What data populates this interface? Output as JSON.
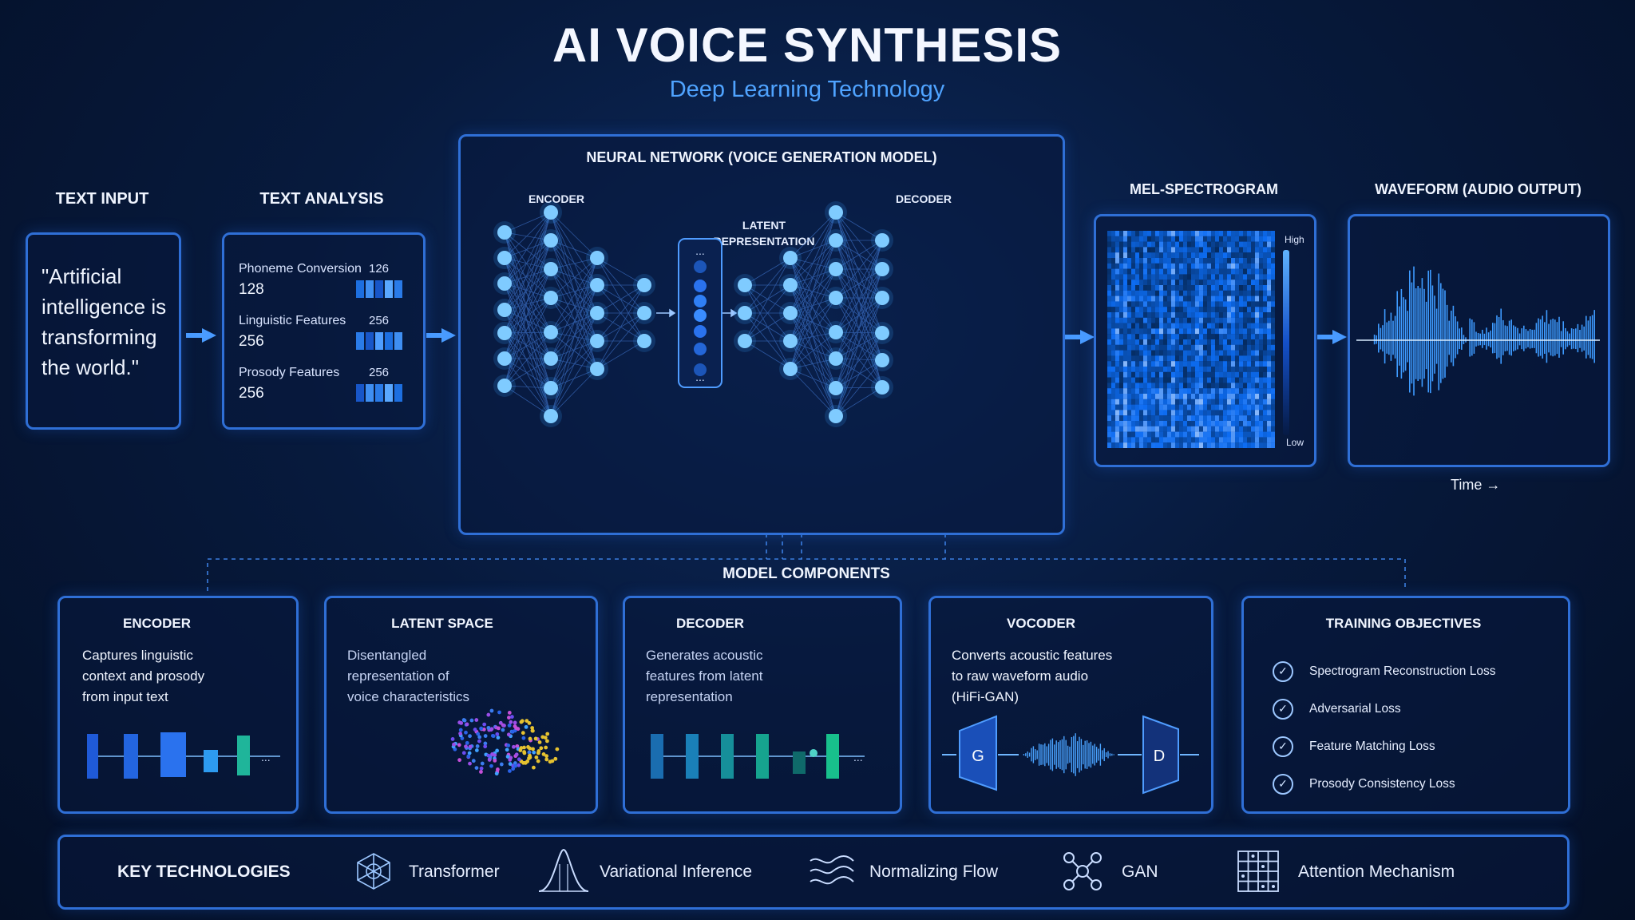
{
  "header": {
    "title": "AI VOICE SYNTHESIS",
    "subtitle": "Deep Learning Technology"
  },
  "text_input": {
    "heading": "TEXT INPUT",
    "quote": "\"Artificial intelligence is transforming the world.\""
  },
  "text_analysis": {
    "heading": "TEXT ANALYSIS",
    "features": [
      {
        "label": "Phoneme Conversion",
        "count": "126",
        "value": "128"
      },
      {
        "label": "Linguistic Features",
        "count": "256",
        "value": "256"
      },
      {
        "label": "Prosody Features",
        "count": "256",
        "value": "256"
      }
    ]
  },
  "neural_network": {
    "heading": "NEURAL NETWORK (VOICE GENERATION MODEL)",
    "encoder_label": "ENCODER",
    "latent_label_1": "LATENT",
    "latent_label_2": "REPRESENTATION",
    "decoder_label": "DECODER",
    "ellipsis": "..."
  },
  "spectrogram": {
    "heading": "MEL-SPECTROGRAM",
    "high_label": "High",
    "low_label": "Low"
  },
  "waveform": {
    "heading": "WAVEFORM (AUDIO OUTPUT)",
    "time_label": "Time →"
  },
  "components": {
    "heading": "MODEL COMPONENTS",
    "encoder": {
      "title": "ENCODER",
      "lines": [
        "Captures linguistic",
        "context and prosody",
        "from input text"
      ]
    },
    "latent": {
      "title": "LATENT SPACE",
      "lines": [
        "Disentangled",
        "representation of",
        "voice characteristics"
      ]
    },
    "decoder": {
      "title": "DECODER",
      "lines": [
        "Generates acoustic",
        "features from latent",
        "representation"
      ]
    },
    "vocoder": {
      "title": "VOCODER",
      "lines": [
        "Converts acoustic features",
        "to raw waveform audio",
        "(HiFi-GAN)"
      ],
      "g_label": "G",
      "d_label": "D"
    },
    "training": {
      "title": "TRAINING OBJECTIVES",
      "items": [
        "Spectrogram Reconstruction Loss",
        "Adversarial Loss",
        "Feature Matching Loss",
        "Prosody Consistency Loss"
      ]
    },
    "ellipsis": "..."
  },
  "key_technologies": {
    "heading": "KEY TECHNOLOGIES",
    "items": [
      {
        "label": "Transformer",
        "icon": "transformer-icon"
      },
      {
        "label": "Variational Inference",
        "icon": "bell-curve-icon"
      },
      {
        "label": "Normalizing Flow",
        "icon": "flow-waves-icon"
      },
      {
        "label": "GAN",
        "icon": "gan-network-icon"
      },
      {
        "label": "Attention Mechanism",
        "icon": "attention-grid-icon"
      }
    ]
  },
  "colors": {
    "background": "#071a3d",
    "accent": "#2f6fd6",
    "node": "#6cc4ff",
    "subtitle": "#4fa3ff",
    "teal": "#17b890"
  }
}
